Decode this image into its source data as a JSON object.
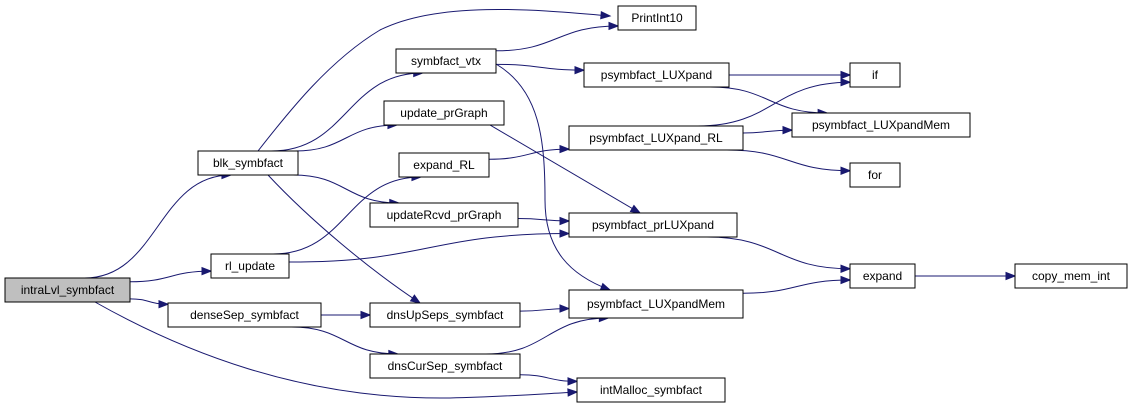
{
  "diagram": {
    "type": "call-graph",
    "colors": {
      "edge": "#191970",
      "root_fill": "#bfbfbf",
      "node_fill": "#ffffff",
      "node_border": "#000000"
    },
    "nodes": [
      {
        "id": "intraLvl_symbfact",
        "label": "intraLvl_symbfact",
        "root": true
      },
      {
        "id": "blk_symbfact",
        "label": "blk_symbfact"
      },
      {
        "id": "rl_update",
        "label": "rl_update"
      },
      {
        "id": "denseSep_symbfact",
        "label": "denseSep_symbfact"
      },
      {
        "id": "symbfact_vtx",
        "label": "symbfact_vtx"
      },
      {
        "id": "update_prGraph",
        "label": "update_prGraph"
      },
      {
        "id": "expand_RL",
        "label": "expand_RL"
      },
      {
        "id": "updateRcvd_prGraph",
        "label": "updateRcvd_prGraph"
      },
      {
        "id": "dnsUpSeps_symbfact",
        "label": "dnsUpSeps_symbfact"
      },
      {
        "id": "dnsCurSep_symbfact",
        "label": "dnsCurSep_symbfact"
      },
      {
        "id": "PrintInt10",
        "label": "PrintInt10"
      },
      {
        "id": "psymbfact_LUXpand",
        "label": "psymbfact_LUXpand"
      },
      {
        "id": "psymbfact_LUXpand_RL",
        "label": "psymbfact_LUXpand_RL"
      },
      {
        "id": "psymbfact_prLUXpand",
        "label": "psymbfact_prLUXpand"
      },
      {
        "id": "psymbfact_LUXpandMem_mid",
        "label": "psymbfact_LUXpandMem"
      },
      {
        "id": "intMalloc_symbfact",
        "label": "intMalloc_symbfact"
      },
      {
        "id": "if",
        "label": "if"
      },
      {
        "id": "psymbfact_LUXpandMem_right",
        "label": "psymbfact_LUXpandMem"
      },
      {
        "id": "for",
        "label": "for"
      },
      {
        "id": "expand",
        "label": "expand"
      },
      {
        "id": "copy_mem_int",
        "label": "copy_mem_int"
      }
    ],
    "edges": [
      [
        "intraLvl_symbfact",
        "blk_symbfact"
      ],
      [
        "intraLvl_symbfact",
        "rl_update"
      ],
      [
        "intraLvl_symbfact",
        "denseSep_symbfact"
      ],
      [
        "intraLvl_symbfact",
        "intMalloc_symbfact"
      ],
      [
        "blk_symbfact",
        "PrintInt10"
      ],
      [
        "blk_symbfact",
        "symbfact_vtx"
      ],
      [
        "blk_symbfact",
        "update_prGraph"
      ],
      [
        "blk_symbfact",
        "updateRcvd_prGraph"
      ],
      [
        "blk_symbfact",
        "dnsUpSeps_symbfact"
      ],
      [
        "rl_update",
        "expand_RL"
      ],
      [
        "rl_update",
        "psymbfact_prLUXpand"
      ],
      [
        "denseSep_symbfact",
        "dnsUpSeps_symbfact"
      ],
      [
        "denseSep_symbfact",
        "dnsCurSep_symbfact"
      ],
      [
        "symbfact_vtx",
        "PrintInt10"
      ],
      [
        "symbfact_vtx",
        "psymbfact_LUXpand"
      ],
      [
        "symbfact_vtx",
        "psymbfact_LUXpandMem_mid"
      ],
      [
        "update_prGraph",
        "psymbfact_prLUXpand"
      ],
      [
        "expand_RL",
        "psymbfact_LUXpand_RL"
      ],
      [
        "updateRcvd_prGraph",
        "psymbfact_prLUXpand"
      ],
      [
        "dnsUpSeps_symbfact",
        "psymbfact_LUXpandMem_mid"
      ],
      [
        "dnsCurSep_symbfact",
        "psymbfact_LUXpandMem_mid"
      ],
      [
        "dnsCurSep_symbfact",
        "intMalloc_symbfact"
      ],
      [
        "psymbfact_LUXpand",
        "if"
      ],
      [
        "psymbfact_LUXpand",
        "psymbfact_LUXpandMem_right"
      ],
      [
        "psymbfact_LUXpand_RL",
        "if"
      ],
      [
        "psymbfact_LUXpand_RL",
        "psymbfact_LUXpandMem_right"
      ],
      [
        "psymbfact_LUXpand_RL",
        "for"
      ],
      [
        "psymbfact_prLUXpand",
        "expand"
      ],
      [
        "psymbfact_LUXpandMem_mid",
        "expand"
      ],
      [
        "expand",
        "copy_mem_int"
      ]
    ]
  }
}
